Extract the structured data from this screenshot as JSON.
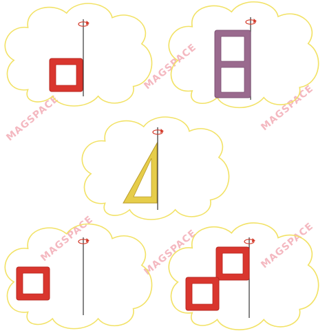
{
  "watermark": {
    "text": "MAGSPACE",
    "color": "#f4b8c0"
  },
  "colors": {
    "cloud_outline": "#f2e266",
    "red_piece": "#d9362e",
    "red_piece_dark": "#b8241d",
    "purple_piece": "#9a6a8e",
    "purple_piece_dark": "#7b4f72",
    "yellow_piece": "#e6cd4a",
    "yellow_piece_dark": "#b89a2a",
    "axis_line": "#333333",
    "rotation_arrow": "#d33a2a"
  },
  "panels": [
    {
      "id": "panel-1",
      "piece": "single red square beside vertical rotation axis"
    },
    {
      "id": "panel-2",
      "piece": "purple double-square frame touching vertical rotation axis"
    },
    {
      "id": "panel-3",
      "piece": "yellow right triangle with vertical edge on rotation axis"
    },
    {
      "id": "panel-4",
      "piece": "red square separated from vertical rotation axis"
    },
    {
      "id": "panel-5",
      "piece": "two red squares joined at corner, one touching rotation axis"
    }
  ]
}
